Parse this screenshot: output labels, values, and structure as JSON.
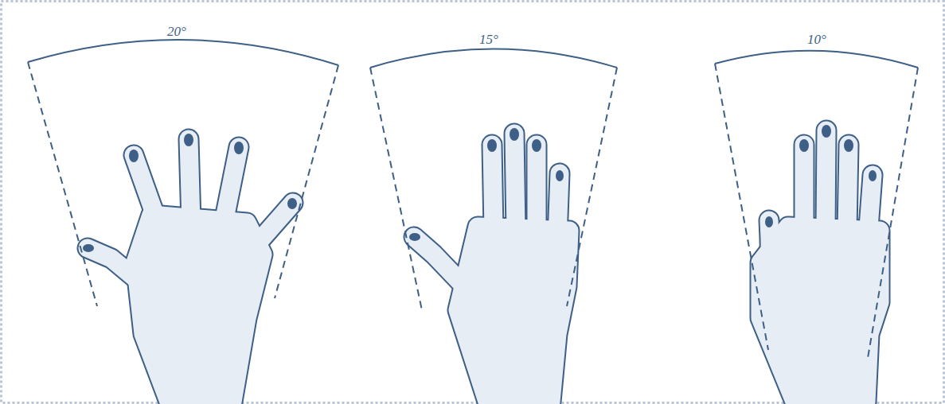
{
  "diagram": {
    "labels": [
      "20°",
      "15°",
      "10°"
    ]
  }
}
